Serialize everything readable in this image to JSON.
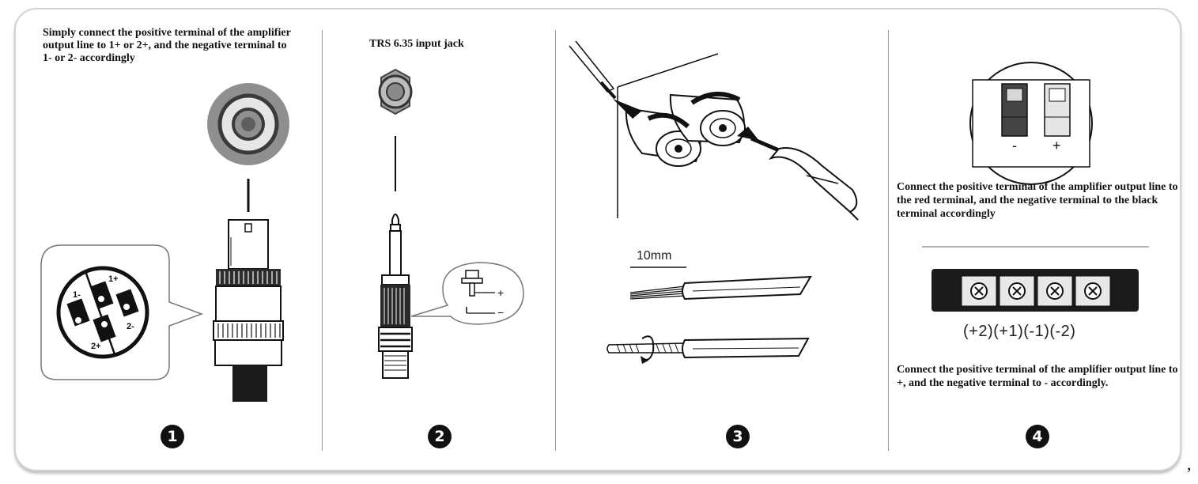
{
  "panel1": {
    "instruction": "Simply connect the positive terminal of the amplifier output line to 1+ or 2+, and the negative terminal to 1- or 2- accordingly",
    "pin_labels": [
      "1+",
      "1-",
      "2+",
      "2-"
    ],
    "step_number": "1"
  },
  "panel2": {
    "title": "TRS 6.35 input jack",
    "polarity_plus": "+",
    "polarity_minus": "−",
    "step_number": "2"
  },
  "panel3": {
    "strip_length": "10mm",
    "step_number": "3"
  },
  "panel4": {
    "minus_label": "-",
    "plus_label": "+",
    "binding_post_instruction": "Connect the positive terminal of the amplifier output line to the red terminal, and the negative terminal to the black terminal accordingly",
    "terminal_codes": "(+2)(+1)(-1)(-2)",
    "terminal_strip_instruction": "Connect the positive terminal of the amplifier output line to +, and the negative terminal to - accordingly.",
    "step_number": "4"
  },
  "trailing_mark": ","
}
